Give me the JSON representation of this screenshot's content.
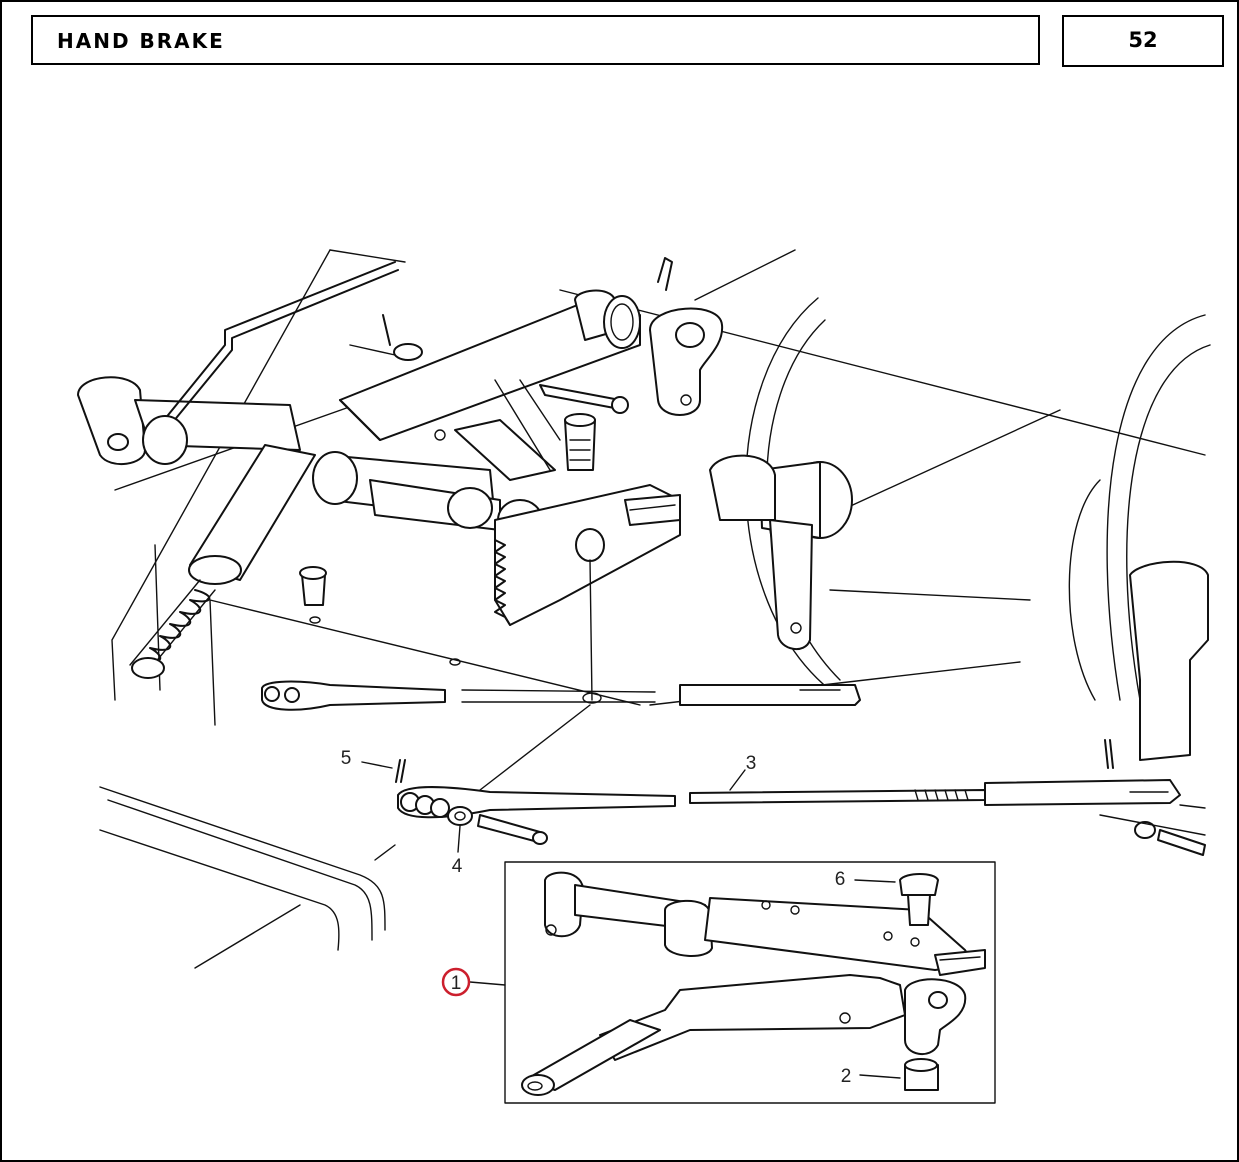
{
  "header": {
    "title": "HAND  BRAKE",
    "page_number": "52"
  },
  "callouts": [
    {
      "id": "callout-1",
      "label": "1",
      "highlighted": true,
      "highlight_color": "#cc1f2d"
    },
    {
      "id": "callout-2",
      "label": "2"
    },
    {
      "id": "callout-3",
      "label": "3"
    },
    {
      "id": "callout-4",
      "label": "4"
    },
    {
      "id": "callout-5",
      "label": "5"
    },
    {
      "id": "callout-6",
      "label": "6"
    }
  ],
  "colors": {
    "line": "#111111",
    "background": "#ffffff",
    "highlight": "#cc1f2d"
  }
}
